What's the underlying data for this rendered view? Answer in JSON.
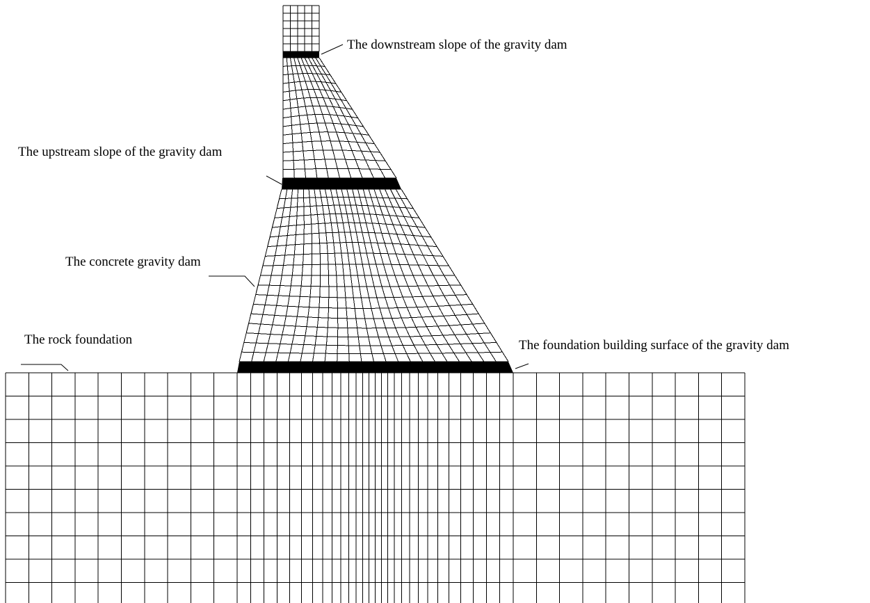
{
  "figure": {
    "labels": {
      "downstream_slope": "The downstream slope of the gravity dam",
      "upstream_slope": "The upstream slope of the gravity dam",
      "concrete_dam": "The concrete gravity dam",
      "rock_foundation": "The rock foundation",
      "foundation_surface": "The foundation building surface of the gravity dam"
    },
    "colors": {
      "line": "#000000",
      "background": "#ffffff",
      "band": "#000000"
    }
  }
}
